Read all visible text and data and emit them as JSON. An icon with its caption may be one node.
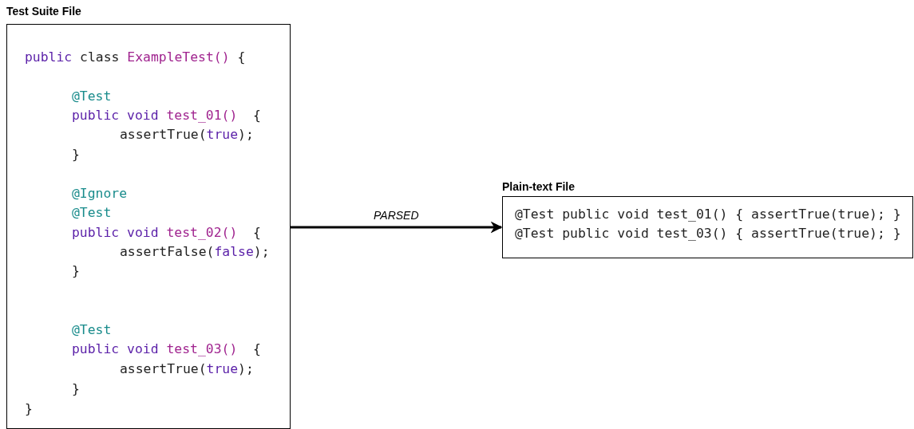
{
  "diagram": {
    "nodes": [
      {
        "text": [
          "Test Suite File",
          "public class ExampleTest() {",
          "@Test",
          "public void test_01()  {",
          "assertTrue(true);",
          "}",
          "@Ignore",
          "@Test",
          "public void test_02()  {",
          "assertFalse(false);",
          "}",
          "@Test",
          "public void test_03()  {",
          "assertTrue(true);",
          "}",
          "}"
        ]
      },
      {
        "text": [
          "Plain-text File",
          "@Test public void test_01() { assertTrue(true); }",
          "@Test public void test_03() { assertTrue(true); }"
        ]
      }
    ],
    "edges": [
      {
        "from": 0,
        "to": 1,
        "arrow": "to",
        "label": "PARSED"
      }
    ]
  }
}
